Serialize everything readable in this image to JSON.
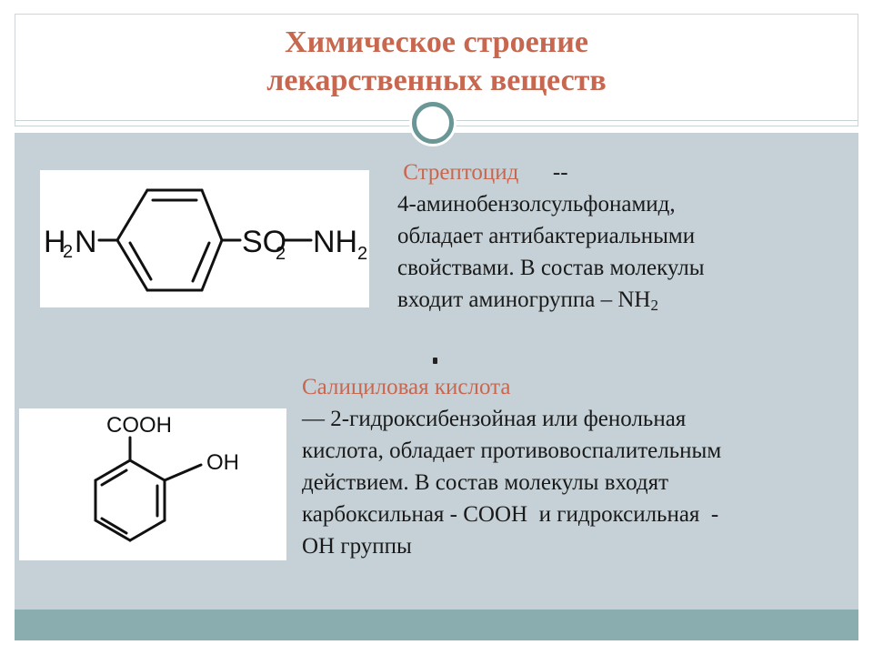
{
  "slide": {
    "title_line1": "Химическое строение",
    "title_line2": "лекарственных веществ",
    "colors": {
      "title": "#c8674f",
      "content_bg": "#c5d1d7",
      "band": "#8aaeaf",
      "ring": "#6a9796",
      "text": "#1a1a1a"
    }
  },
  "streptocid": {
    "name": "Стрептоцид",
    "dash": "--",
    "line1": "4-аминобензолсульфонамид,",
    "line2": "обладает антибактериальными",
    "line3": "свойствами. В состав молекулы",
    "line4_prefix": "входит аминогруппа – NH",
    "line4_sub": "2",
    "structure": {
      "left_group": "H",
      "left_group_sub": "2",
      "left_group_atom": "N",
      "sulfonyl": "SO",
      "sulfonyl_sub": "2",
      "right_group": "NH",
      "right_group_sub": "2"
    }
  },
  "salicylic": {
    "name": "Салициловая кислота",
    "line1": "— 2-гидроксибензойная или фенольная",
    "line2": "кислота, обладает противовоспалительным",
    "line3": "действием. В состав молекулы входят",
    "line4": "карбоксильная - СООН  и гидроксильная  -",
    "line5": "ОН группы",
    "structure": {
      "carboxyl": "COOH",
      "hydroxyl": "OH"
    }
  }
}
